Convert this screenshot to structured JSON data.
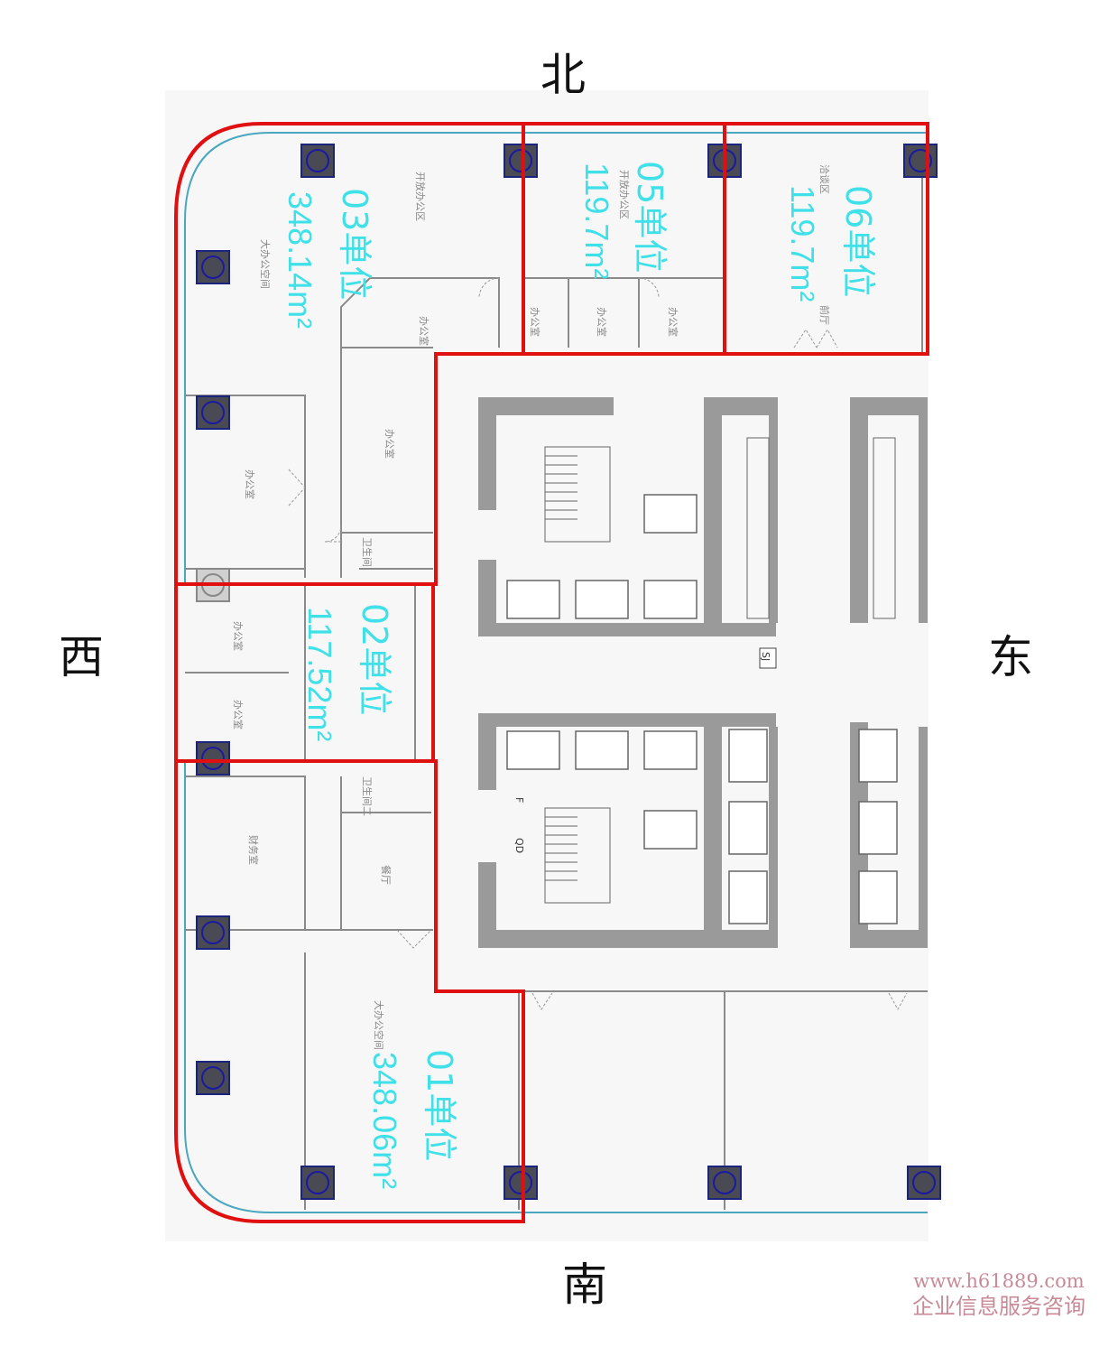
{
  "compass": {
    "north": "北",
    "south": "南",
    "west": "西",
    "east": "东"
  },
  "units": [
    {
      "id": "03",
      "name": "03单位",
      "area": "348.14m²"
    },
    {
      "id": "05",
      "name": "05单位",
      "area": "119.7m²"
    },
    {
      "id": "06",
      "name": "06单位",
      "area": "119.7m²"
    },
    {
      "id": "02",
      "name": "02单位",
      "area": "117.52m²"
    },
    {
      "id": "01",
      "name": "01单位",
      "area": "348.06m²"
    }
  ],
  "rooms": {
    "open_office_03": "开放办公区",
    "big_office_03": "大办公空间",
    "office_a": "办公室",
    "office_b": "办公室",
    "office_c": "办公室",
    "office_d": "办公室",
    "office_e": "办公室",
    "office_f": "办公室",
    "office_g": "办公室",
    "office_h": "办公室",
    "open_office_05": "开放办公区",
    "negotiation_06": "洽谈区",
    "lobby_06": "前厅",
    "wc_1": "卫生间",
    "wc_2": "卫生间二",
    "finance": "财务室",
    "dining": "餐厅",
    "big_office_01": "大办公空间"
  },
  "core_labels": {
    "sj": "SJ",
    "qd": "QD",
    "f": "F"
  },
  "watermark": {
    "url": "www.h61889.com",
    "text": "企业信息服务咨询"
  },
  "colors": {
    "boundary": "#e01010",
    "label": "#3fe0e8",
    "column": "#4a4a55",
    "column_border": "#1a237e",
    "wall": "#9a9a9a"
  }
}
